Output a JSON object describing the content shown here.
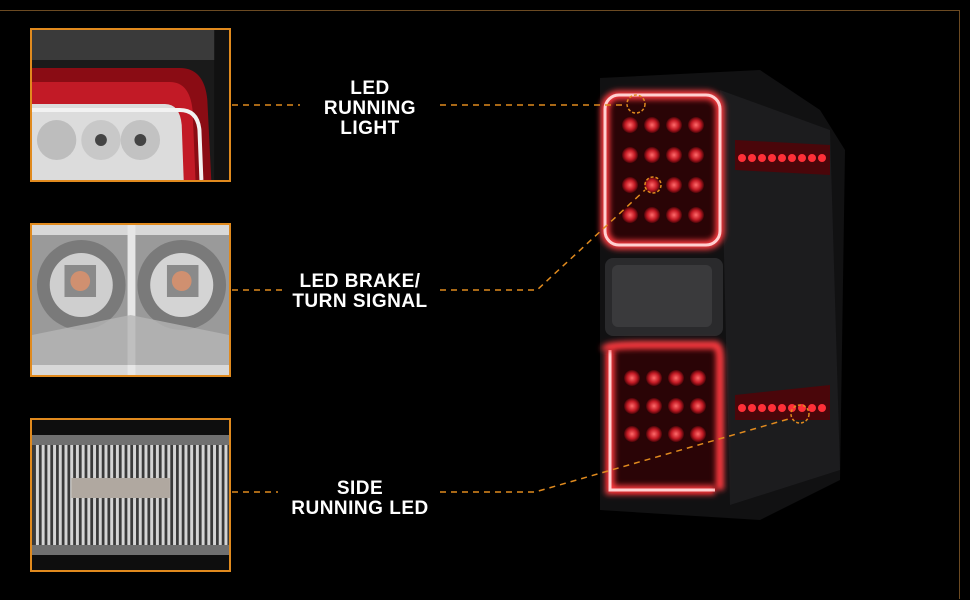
{
  "callouts": [
    {
      "id": "running-light",
      "lines": [
        "LED",
        "RUNNING",
        "LIGHT"
      ]
    },
    {
      "id": "brake-turn",
      "lines": [
        "LED BRAKE/",
        "TURN SIGNAL"
      ]
    },
    {
      "id": "side-running",
      "lines": [
        "SIDE",
        "RUNNING LED"
      ]
    }
  ],
  "colors": {
    "accent": "#e08a1e",
    "background": "#000000",
    "led_red": "#e0202a",
    "label_text": "#ffffff"
  }
}
